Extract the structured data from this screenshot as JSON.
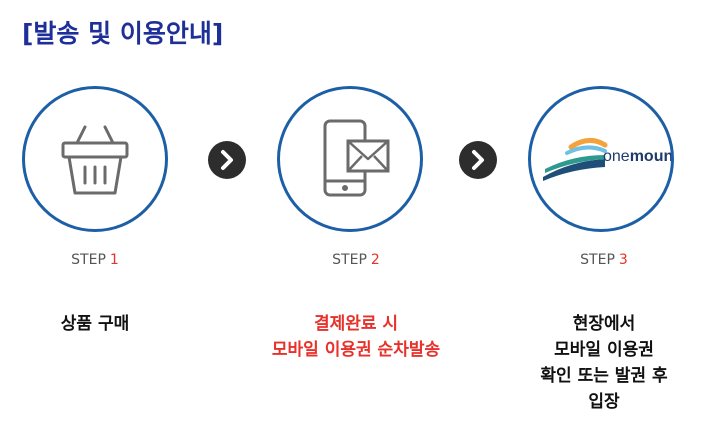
{
  "title": "[발송 및 이용안내]",
  "steps": [
    {
      "label": "STEP",
      "number": "1",
      "icon": "basket-icon",
      "lines": [
        "상품 구매"
      ]
    },
    {
      "label": "STEP",
      "number": "2",
      "icon": "mobile-message-icon",
      "lines": [
        "결제완료 시",
        "모바일 이용권 순차발송"
      ]
    },
    {
      "label": "STEP",
      "number": "3",
      "icon": "onemount-logo",
      "logo_text_prefix": "one",
      "logo_text_suffix": "mount",
      "lines": [
        "현장에서",
        "모바일 이용권",
        "확인 또는 발권 후",
        "입장"
      ]
    }
  ],
  "arrow_icon": "chevron-right-icon",
  "colors": {
    "title": "#1f2f9a",
    "circle_border": "#1d5fa6",
    "highlight": "#e8312a",
    "icon_gray": "#6b6b6b",
    "arrow_bg": "#2d2d2d"
  }
}
